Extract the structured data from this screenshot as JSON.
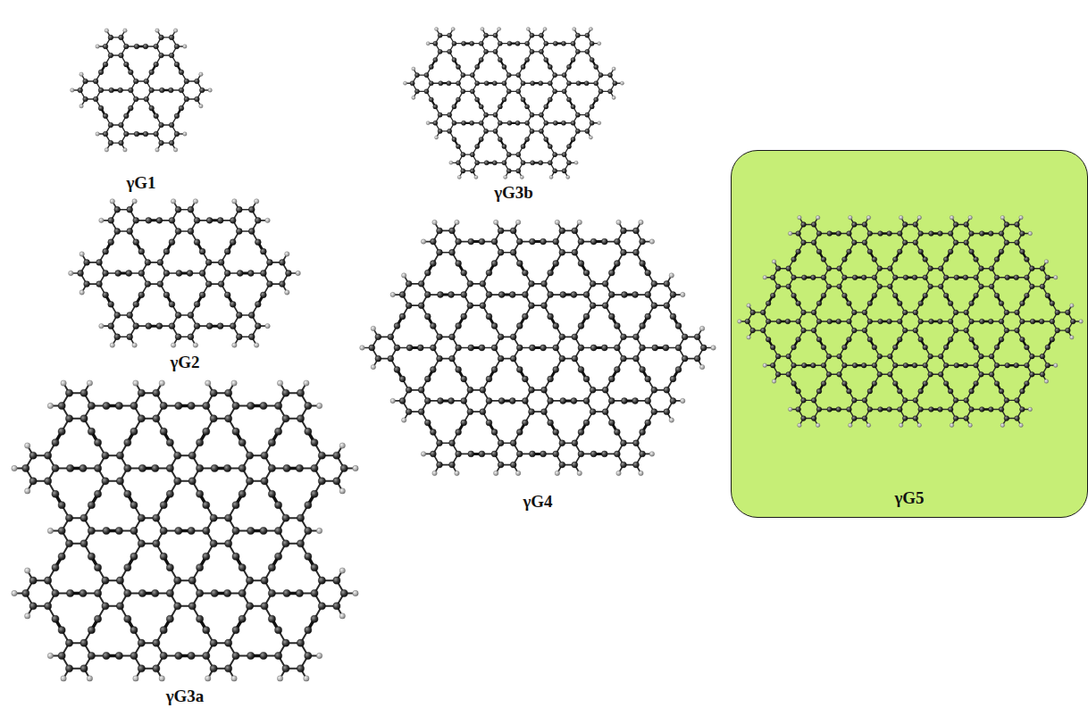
{
  "diagram": {
    "nodes": [
      {
        "text": [
          "γG5"
        ]
      }
    ],
    "labels": [
      "γG1",
      "γG2",
      "γG3a",
      "γG3b",
      "γG4"
    ]
  }
}
